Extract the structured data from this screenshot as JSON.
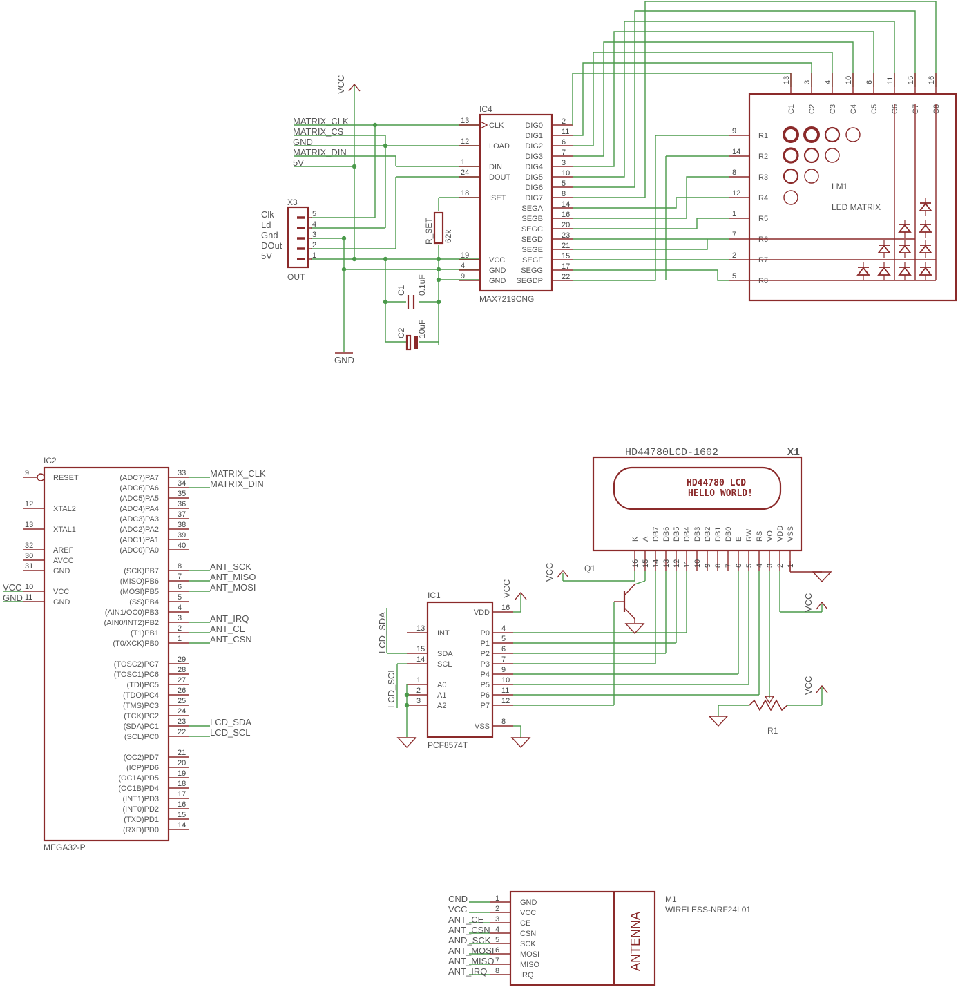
{
  "ic4": {
    "name": "IC4",
    "value": "MAX7219CNG",
    "left_pins": [
      {
        "num": "13",
        "name": "CLK",
        "net": "MATRIX_CLK"
      },
      {
        "num": "12",
        "name": "LOAD",
        "net": "MATRIX_CS"
      },
      {
        "num": "1",
        "name": "DIN",
        "net": "MATRIX_DIN"
      },
      {
        "num": "24",
        "name": "DOUT",
        "net": ""
      },
      {
        "num": "18",
        "name": "ISET",
        "net": ""
      },
      {
        "num": "19",
        "name": "VCC",
        "net": ""
      },
      {
        "num": "4",
        "name": "GND",
        "net": ""
      },
      {
        "num": "9",
        "name": "GND",
        "net": ""
      }
    ],
    "right_pins": [
      {
        "num": "2",
        "name": "DIG0"
      },
      {
        "num": "11",
        "name": "DIG1"
      },
      {
        "num": "6",
        "name": "DIG2"
      },
      {
        "num": "7",
        "name": "DIG3"
      },
      {
        "num": "3",
        "name": "DIG4"
      },
      {
        "num": "10",
        "name": "DIG5"
      },
      {
        "num": "5",
        "name": "DIG6"
      },
      {
        "num": "8",
        "name": "DIG7"
      },
      {
        "num": "14",
        "name": "SEGA"
      },
      {
        "num": "16",
        "name": "SEGB"
      },
      {
        "num": "20",
        "name": "SEGC"
      },
      {
        "num": "23",
        "name": "SEGD"
      },
      {
        "num": "21",
        "name": "SEGE"
      },
      {
        "num": "15",
        "name": "SEGF"
      },
      {
        "num": "17",
        "name": "SEGG"
      },
      {
        "num": "22",
        "name": "SEGDP"
      }
    ]
  },
  "matrix_nets": [
    "MATRIX_CLK",
    "MATRIX_CS",
    "GND",
    "MATRIX_DIN",
    "5V"
  ],
  "vcc_label": "VCC",
  "gnd_label": "GND",
  "x3": {
    "name": "X3",
    "value": "OUT",
    "labels": [
      "Clk",
      "Ld",
      "Gnd",
      "DOut",
      "5V"
    ],
    "pins": [
      "5",
      "4",
      "3",
      "2",
      "1"
    ]
  },
  "rset": {
    "name": "R_SET",
    "value": "62k"
  },
  "c1": {
    "name": "C1",
    "value": "0.1uF"
  },
  "c2": {
    "name": "C2",
    "value": "10uF"
  },
  "lm1": {
    "name": "LM1",
    "value": "LED MATRIX",
    "cols": [
      "C1",
      "C2",
      "C3",
      "C4",
      "C5",
      "C6",
      "C7",
      "C8"
    ],
    "col_pins": [
      "13",
      "3",
      "4",
      "10",
      "6",
      "11",
      "15",
      "16"
    ],
    "rows": [
      "R1",
      "R2",
      "R3",
      "R4",
      "R5",
      "R6",
      "R7",
      "R8"
    ],
    "row_pins": [
      "9",
      "14",
      "8",
      "12",
      "1",
      "7",
      "2",
      "5"
    ]
  },
  "ic2": {
    "name": "IC2",
    "value": "MEGA32-P",
    "left_pins": [
      {
        "num": "9",
        "name": "RESET",
        "net": ""
      },
      {
        "num": "12",
        "name": "XTAL2",
        "net": ""
      },
      {
        "num": "13",
        "name": "XTAL1",
        "net": ""
      },
      {
        "num": "32",
        "name": "AREF",
        "net": ""
      },
      {
        "num": "30",
        "name": "AVCC",
        "net": ""
      },
      {
        "num": "31",
        "name": "GND",
        "net": ""
      },
      {
        "num": "10",
        "name": "VCC",
        "net": "VCC"
      },
      {
        "num": "11",
        "name": "GND",
        "net": "GND"
      }
    ],
    "right_pins": [
      {
        "num": "33",
        "name": "(ADC7)PA7",
        "net": "MATRIX_CLK"
      },
      {
        "num": "34",
        "name": "(ADC6)PA6",
        "net": "MATRIX_DIN"
      },
      {
        "num": "35",
        "name": "(ADC5)PA5",
        "net": ""
      },
      {
        "num": "36",
        "name": "(ADC4)PA4",
        "net": ""
      },
      {
        "num": "37",
        "name": "(ADC3)PA3",
        "net": ""
      },
      {
        "num": "38",
        "name": "(ADC2)PA2",
        "net": ""
      },
      {
        "num": "39",
        "name": "(ADC1)PA1",
        "net": ""
      },
      {
        "num": "40",
        "name": "(ADC0)PA0",
        "net": ""
      },
      {
        "num": "8",
        "name": "(SCK)PB7",
        "net": "ANT_SCK"
      },
      {
        "num": "7",
        "name": "(MISO)PB6",
        "net": "ANT_MISO"
      },
      {
        "num": "6",
        "name": "(MOSI)PB5",
        "net": "ANT_MOSI"
      },
      {
        "num": "5",
        "name": "(SS)PB4",
        "net": ""
      },
      {
        "num": "4",
        "name": "(AIN1/OC0)PB3",
        "net": ""
      },
      {
        "num": "3",
        "name": "(AIN0/INT2)PB2",
        "net": "ANT_IRQ"
      },
      {
        "num": "2",
        "name": "(T1)PB1",
        "net": "ANT_CE"
      },
      {
        "num": "1",
        "name": "(T0/XCK)PB0",
        "net": "ANT_CSN"
      },
      {
        "num": "29",
        "name": "(TOSC2)PC7",
        "net": ""
      },
      {
        "num": "28",
        "name": "(TOSC1)PC6",
        "net": ""
      },
      {
        "num": "27",
        "name": "(TDI)PC5",
        "net": ""
      },
      {
        "num": "26",
        "name": "(TDO)PC4",
        "net": ""
      },
      {
        "num": "25",
        "name": "(TMS)PC3",
        "net": ""
      },
      {
        "num": "24",
        "name": "(TCK)PC2",
        "net": ""
      },
      {
        "num": "23",
        "name": "(SDA)PC1",
        "net": "LCD_SDA"
      },
      {
        "num": "22",
        "name": "(SCL)PC0",
        "net": "LCD_SCL"
      },
      {
        "num": "21",
        "name": "(OC2)PD7",
        "net": ""
      },
      {
        "num": "20",
        "name": "(ICP)PD6",
        "net": ""
      },
      {
        "num": "19",
        "name": "(OC1A)PD5",
        "net": ""
      },
      {
        "num": "18",
        "name": "(OC1B)PD4",
        "net": ""
      },
      {
        "num": "17",
        "name": "(INT1)PD3",
        "net": ""
      },
      {
        "num": "16",
        "name": "(INT0)PD2",
        "net": ""
      },
      {
        "num": "15",
        "name": "(TXD)PD1",
        "net": ""
      },
      {
        "num": "14",
        "name": "(RXD)PD0",
        "net": ""
      }
    ]
  },
  "ic1": {
    "name": "IC1",
    "value": "PCF8574T",
    "left_pins": [
      {
        "num": "13",
        "name": "INT"
      },
      {
        "num": "15",
        "name": "SDA"
      },
      {
        "num": "14",
        "name": "SCL"
      },
      {
        "num": "1",
        "name": "A0"
      },
      {
        "num": "2",
        "name": "A1"
      },
      {
        "num": "3",
        "name": "A2"
      }
    ],
    "right_pins": [
      {
        "num": "16",
        "name": "VDD"
      },
      {
        "num": "4",
        "name": "P0"
      },
      {
        "num": "5",
        "name": "P1"
      },
      {
        "num": "6",
        "name": "P2"
      },
      {
        "num": "7",
        "name": "P3"
      },
      {
        "num": "9",
        "name": "P4"
      },
      {
        "num": "10",
        "name": "P5"
      },
      {
        "num": "11",
        "name": "P6"
      },
      {
        "num": "12",
        "name": "P7"
      },
      {
        "num": "8",
        "name": "VSS"
      }
    ],
    "nets": [
      "LCD_SDA",
      "LCD_SCL"
    ]
  },
  "x1": {
    "name": "X1",
    "value": "HD44780LCD-1602",
    "screen_lines": [
      "HD44780 LCD",
      "HELLO WORLD!"
    ],
    "pins": [
      {
        "num": "16",
        "name": "K"
      },
      {
        "num": "15",
        "name": "A"
      },
      {
        "num": "14",
        "name": "DB7"
      },
      {
        "num": "13",
        "name": "DB6"
      },
      {
        "num": "12",
        "name": "DB5"
      },
      {
        "num": "11",
        "name": "DB4"
      },
      {
        "num": "10",
        "name": "DB3"
      },
      {
        "num": "9",
        "name": "DB2"
      },
      {
        "num": "8",
        "name": "DB1"
      },
      {
        "num": "7",
        "name": "DB0"
      },
      {
        "num": "6",
        "name": "E"
      },
      {
        "num": "5",
        "name": "RW"
      },
      {
        "num": "4",
        "name": "RS"
      },
      {
        "num": "3",
        "name": "VO"
      },
      {
        "num": "2",
        "name": "VDD"
      },
      {
        "num": "1",
        "name": "VSS"
      }
    ]
  },
  "q1": {
    "name": "Q1"
  },
  "r1": {
    "name": "R1"
  },
  "m1": {
    "name": "M1",
    "value": "WIRELESS-NRF24L01",
    "antenna": "ANTENNA",
    "pins": [
      {
        "num": "1",
        "name": "GND",
        "net": "CND"
      },
      {
        "num": "2",
        "name": "VCC",
        "net": "VCC"
      },
      {
        "num": "3",
        "name": "CE",
        "net": "ANT_CE"
      },
      {
        "num": "4",
        "name": "CSN",
        "net": "ANT_CSN"
      },
      {
        "num": "5",
        "name": "SCK",
        "net": "AND_SCK"
      },
      {
        "num": "6",
        "name": "MOSI",
        "net": "ANT_MOSI"
      },
      {
        "num": "7",
        "name": "MISO",
        "net": "ANT_MISO"
      },
      {
        "num": "8",
        "name": "IRQ",
        "net": "ANT_IRQ"
      }
    ]
  },
  "colors": {
    "symbol": "#8b2a2a",
    "net": "#4a9a4a",
    "text": "#555555"
  }
}
